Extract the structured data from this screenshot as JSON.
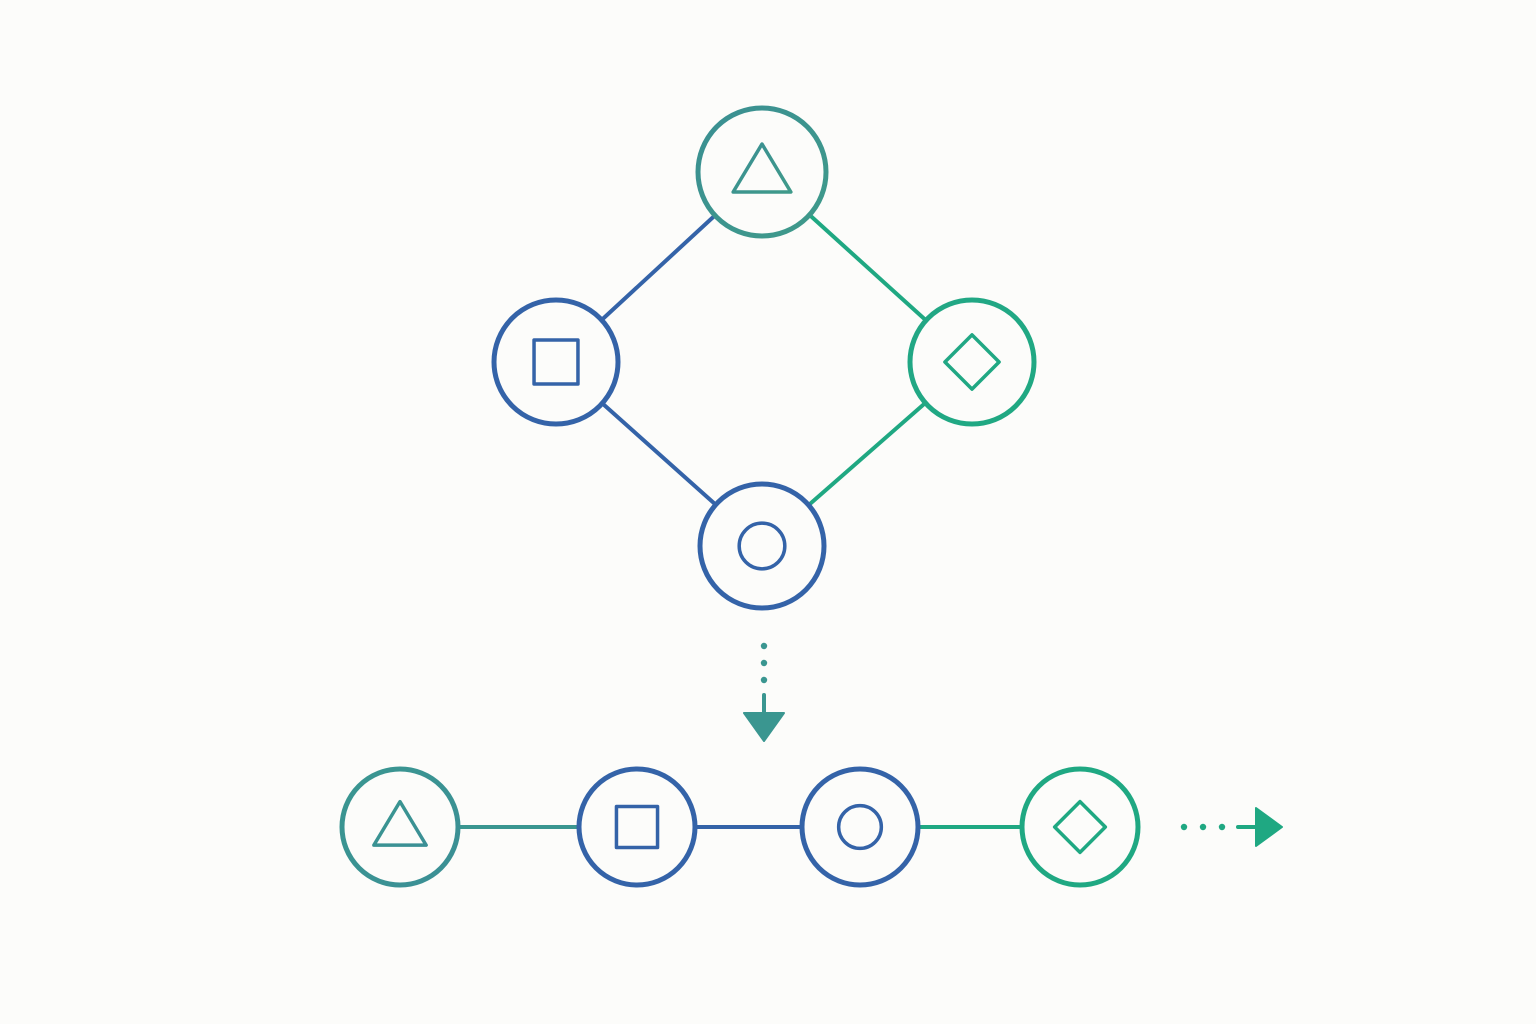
{
  "colors": {
    "background": "#fcfcfa",
    "blue": "#3463a8",
    "teal": "#3a9690",
    "green": "#1fa882"
  },
  "graph": {
    "nodes": [
      {
        "id": "top",
        "shape": "triangle-icon",
        "color": "teal"
      },
      {
        "id": "left",
        "shape": "square-icon",
        "color": "blue"
      },
      {
        "id": "right",
        "shape": "diamond-icon",
        "color": "green"
      },
      {
        "id": "bottom",
        "shape": "circle-icon",
        "color": "blue"
      }
    ],
    "edges": [
      {
        "from": "top",
        "to": "left",
        "color": "blue"
      },
      {
        "from": "top",
        "to": "right",
        "color": "green"
      },
      {
        "from": "left",
        "to": "bottom",
        "color": "blue"
      },
      {
        "from": "right",
        "to": "bottom",
        "color": "green"
      }
    ]
  },
  "transform_arrow": {
    "direction": "down",
    "style": "dotted",
    "color": "teal"
  },
  "sequence": {
    "nodes": [
      {
        "id": "s1",
        "shape": "triangle-icon",
        "color": "teal"
      },
      {
        "id": "s2",
        "shape": "square-icon",
        "color": "blue"
      },
      {
        "id": "s3",
        "shape": "circle-icon",
        "color": "blue"
      },
      {
        "id": "s4",
        "shape": "diamond-icon",
        "color": "green"
      }
    ],
    "edges": [
      {
        "from": "s1",
        "to": "s2",
        "color": "teal"
      },
      {
        "from": "s2",
        "to": "s3",
        "color": "blue"
      },
      {
        "from": "s3",
        "to": "s4",
        "color": "green"
      }
    ],
    "continuation_arrow": {
      "direction": "right",
      "style": "dotted",
      "color": "green"
    }
  }
}
